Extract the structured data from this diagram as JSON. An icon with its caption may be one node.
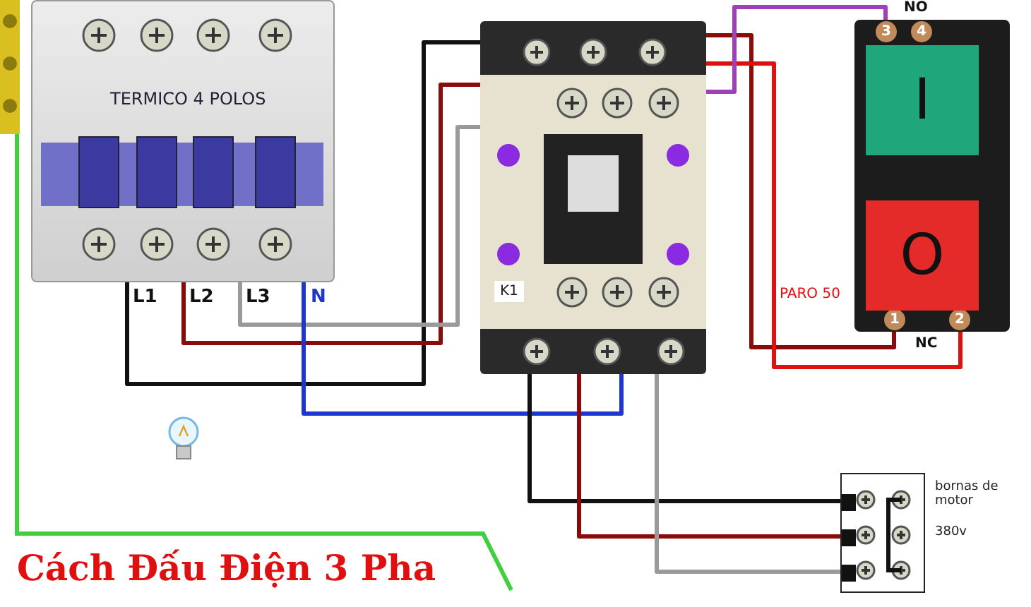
{
  "diagram": {
    "title": "Cách Đấu Điện 3 Pha",
    "nodes": [
      {
        "text": [
          "TERMICO 4 POLOS"
        ],
        "beside": [
          "L1",
          "L2",
          "L3",
          "N"
        ]
      },
      {
        "text": [
          "K1"
        ]
      },
      {
        "text": [
          "3",
          "4",
          "I",
          "O",
          "1",
          "2"
        ],
        "beside": [
          "NO",
          "PARO 50",
          "NC"
        ]
      },
      {
        "text": [],
        "shape": "box",
        "beside": [
          "bornas de motor",
          "380v"
        ]
      }
    ],
    "edges": [
      {
        "from": 0,
        "to": 1,
        "arrow": "none",
        "color": "#111111"
      },
      {
        "from": 0,
        "to": 1,
        "arrow": "none",
        "color": "#8b0a0a"
      },
      {
        "from": 0,
        "to": 1,
        "arrow": "none",
        "color": "#9a9a9a"
      },
      {
        "from": 0,
        "to": 1,
        "arrow": "none",
        "color": "#1f35d0"
      },
      {
        "from": 1,
        "to": 3,
        "arrow": "none",
        "color": "#111111"
      },
      {
        "from": 1,
        "to": 3,
        "arrow": "none",
        "color": "#8b0a0a"
      },
      {
        "from": 1,
        "to": 3,
        "arrow": "none",
        "color": "#9a9a9a"
      },
      {
        "from": 1,
        "to": 2,
        "arrow": "none",
        "color": "#8b0a0a"
      },
      {
        "from": 1,
        "to": 2,
        "arrow": "none",
        "color": "#e01010"
      },
      {
        "from": 1,
        "to": 2,
        "arrow": "none",
        "color": "#a040b8"
      }
    ]
  }
}
